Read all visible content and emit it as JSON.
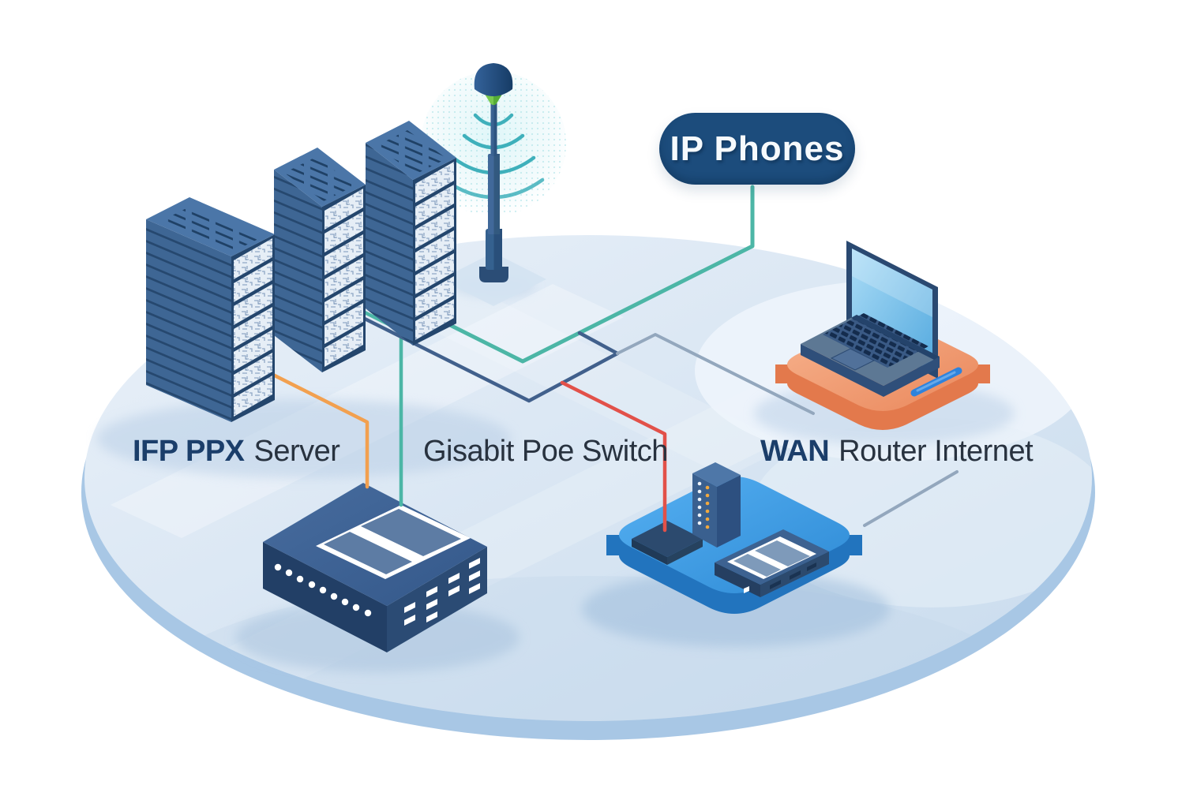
{
  "badge": {
    "label": "IP Phones"
  },
  "labels": {
    "server": {
      "bold": "IFP PPX",
      "text": "Server"
    },
    "switch": {
      "text": "Gisabit Poe Switch"
    },
    "wan": {
      "bold": "WAN",
      "text": "Router Internet"
    }
  },
  "diagram": {
    "nodes": [
      {
        "id": "server-racks",
        "icon": "server-rack-icon",
        "label": "IFP PPX Server",
        "rack_count": 3
      },
      {
        "id": "wireless-access-point",
        "icon": "wireless-pole-icon",
        "label": ""
      },
      {
        "id": "ip-phones",
        "icon": "pill-badge",
        "label": "IP Phones"
      },
      {
        "id": "poe-switch",
        "icon": "network-switch-icon",
        "label": "Gisabit Poe Switch"
      },
      {
        "id": "wan-router",
        "icon": "router-platform-icon",
        "label": "WAN Router Internet"
      },
      {
        "id": "laptop",
        "icon": "laptop-icon",
        "label": ""
      }
    ],
    "edges": [
      {
        "from": "ip-phones",
        "to": "server-racks",
        "color": "#4cb6a6"
      },
      {
        "from": "server-racks",
        "to": "poe-switch",
        "color": "#4cb6a6"
      },
      {
        "from": "server-racks",
        "to": "poe-switch",
        "color": "#f2a04f"
      },
      {
        "from": "server-racks",
        "to": "wan-router",
        "color": "#e25149"
      },
      {
        "from": "server-racks",
        "to": "laptop",
        "color": "#93a7bd"
      },
      {
        "from": "wan-router",
        "to": "wan-label",
        "color": "#93a7bd"
      }
    ]
  },
  "colors": {
    "badge_bg": "#1c4c7c",
    "teal_line": "#4cb6a6",
    "orange_line": "#f2a04f",
    "red_line": "#e25149",
    "slate_line": "#41608c",
    "gray_line": "#93a7bd",
    "ground": "#d6e4f2",
    "server_blue": "#3e6694",
    "platform_blue": "#3f9ee6",
    "platform_orange": "#ef9a72",
    "signal_green": "#77c94f"
  }
}
